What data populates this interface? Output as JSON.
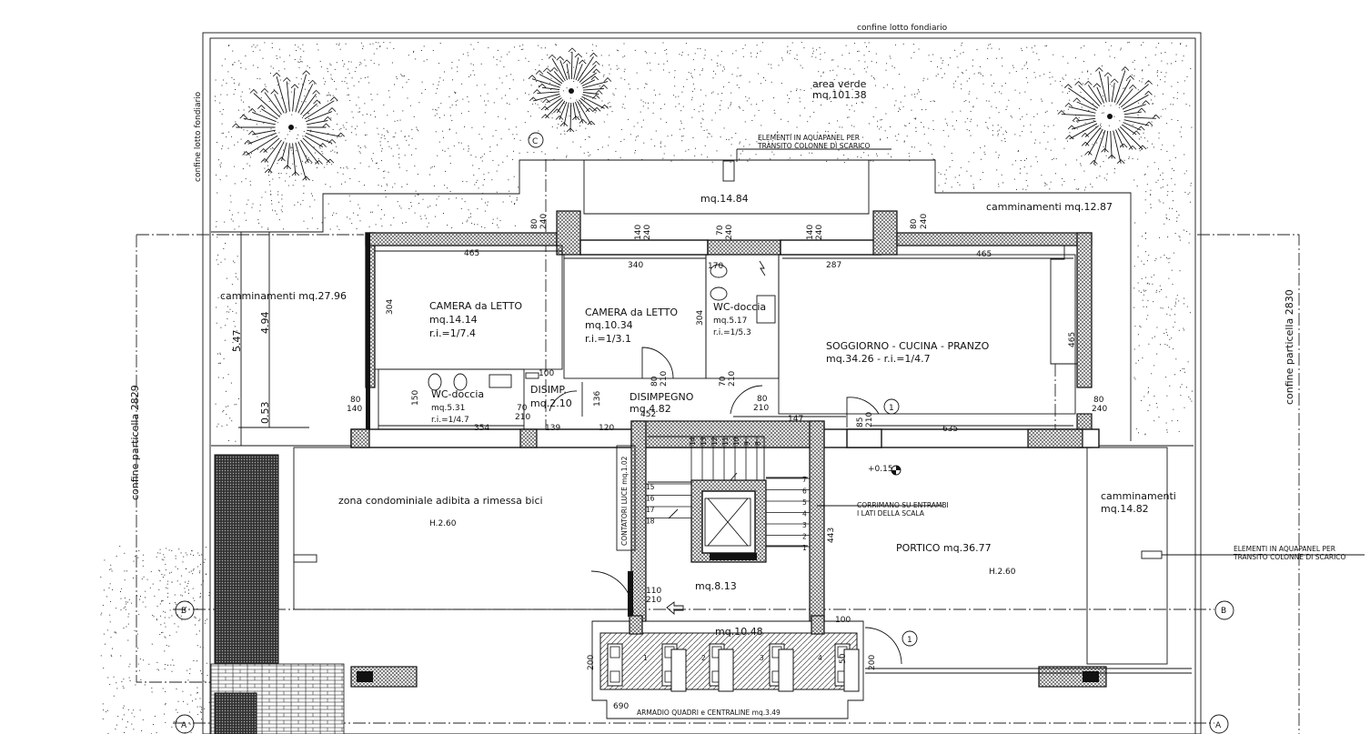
{
  "boundaries": {
    "top": "confine lotto fondiario",
    "left": "confine lotto fondiario",
    "left_parcel": "confine particella 2829",
    "right_parcel": "confine particella 2830"
  },
  "garden": {
    "name": "area verde",
    "area": "mq.101.38"
  },
  "notes": {
    "aquapanel_1": "ELEMENTI IN AQUAPANEL PER",
    "aquapanel_2": "TRANSITO COLONNE DI SCARICO",
    "handrail_1": "CORRIMANO SU ENTRAMBI",
    "handrail_2": "I LATI DELLA SCALA"
  },
  "rooms": {
    "terrace": {
      "area": "mq.14.84"
    },
    "walk_right": {
      "name": "camminamenti mq.12.87"
    },
    "walk_left": {
      "name": "camminamenti mq.27.96"
    },
    "bedroom1": {
      "name": "CAMERA da LETTO",
      "area": "mq.14.14",
      "ri": "r.i.=1/7.4"
    },
    "bedroom2": {
      "name": "CAMERA da LETTO",
      "area": "mq.10.34",
      "ri": "r.i.=1/3.1"
    },
    "wc1": {
      "name": "WC-doccia",
      "area": "mq.5.17",
      "ri": "r.i.=1/5.3"
    },
    "living": {
      "name": "SOGGIORNO - CUCINA - PRANZO",
      "area": "mq.34.26 - r.i.=1/4.7"
    },
    "wc2": {
      "name": "WC-doccia",
      "area": "mq.5.31",
      "ri": "r.i.=1/4.7"
    },
    "disimp_small": {
      "name": "DISIMP.",
      "area": "mq.2.10"
    },
    "disimpegno": {
      "name": "DISIMPEGNO",
      "area": "mq.4.82"
    },
    "bike": {
      "name": "zona condominiale adibita a rimessa bici",
      "height": "H.2.60"
    },
    "stair": {
      "area": "mq.8.13",
      "meters": "CONTATORI LUCE mq.1.02"
    },
    "portico": {
      "name": "PORTICO mq.36.77",
      "height": "H.2.60"
    },
    "walk_right_low": {
      "name": "camminamenti",
      "area": "mq.14.82"
    },
    "cabinet": {
      "area": "mq.10.48",
      "name": "ARMADIO QUADRI e CENTRALINE mq.3.49"
    }
  },
  "dims": {
    "d_465a": "465",
    "d_465b": "465",
    "d_465c": "465",
    "d_340": "340",
    "d_287": "287",
    "d_170": "170",
    "d_304a": "304",
    "d_304b": "304",
    "d_100": "100",
    "d_452": "452",
    "d_147": "147",
    "d_635": "635",
    "d_354": "354",
    "d_139": "139",
    "d_120": "120",
    "d_150": "150",
    "d_443": "443",
    "d_547": "5.47",
    "d_494": "4.94",
    "d_053": "0.53",
    "d_690": "690",
    "d_200a": "200",
    "d_200b": "200",
    "d_100b": "100",
    "d_136": "136",
    "d_50": "50",
    "w_80_240a": "80",
    "w_80_240a2": "240",
    "w_140_240a": "140",
    "w_140_240a2": "240",
    "w_70_240": "70",
    "w_70_240b": "240",
    "w_140_240b": "140",
    "w_140_240b2": "240",
    "w_80_240b": "80",
    "w_80_240b2": "240",
    "w_80_140": "80",
    "w_80_140b": "140",
    "w_80_240c": "80",
    "w_80_240c2": "240",
    "door_70_210a": "70",
    "door_70_210a2": "210",
    "door_80_210a": "80",
    "door_80_210a2": "210",
    "door_70_210b": "70",
    "door_70_210b2": "210",
    "door_80_210b": "80",
    "door_80_210b2": "210",
    "door_85_210": "85",
    "door_85_210b": "210",
    "door_110_210": "110",
    "door_110_210b": "210"
  },
  "elevations": {
    "portico": "+0.15"
  },
  "sections": {
    "b": "B",
    "a": "A"
  },
  "markers": {
    "one": "1",
    "north": "C"
  },
  "stairs_right": [
    "7",
    "6",
    "5",
    "4",
    "3",
    "2",
    "1"
  ],
  "stairs_left": [
    "15",
    "16",
    "17",
    "18"
  ],
  "stairs_top": [
    "14",
    "13",
    "12",
    "11",
    "10",
    "9",
    "8"
  ],
  "cabinet_nums": [
    "1",
    "2",
    "3",
    "4"
  ]
}
